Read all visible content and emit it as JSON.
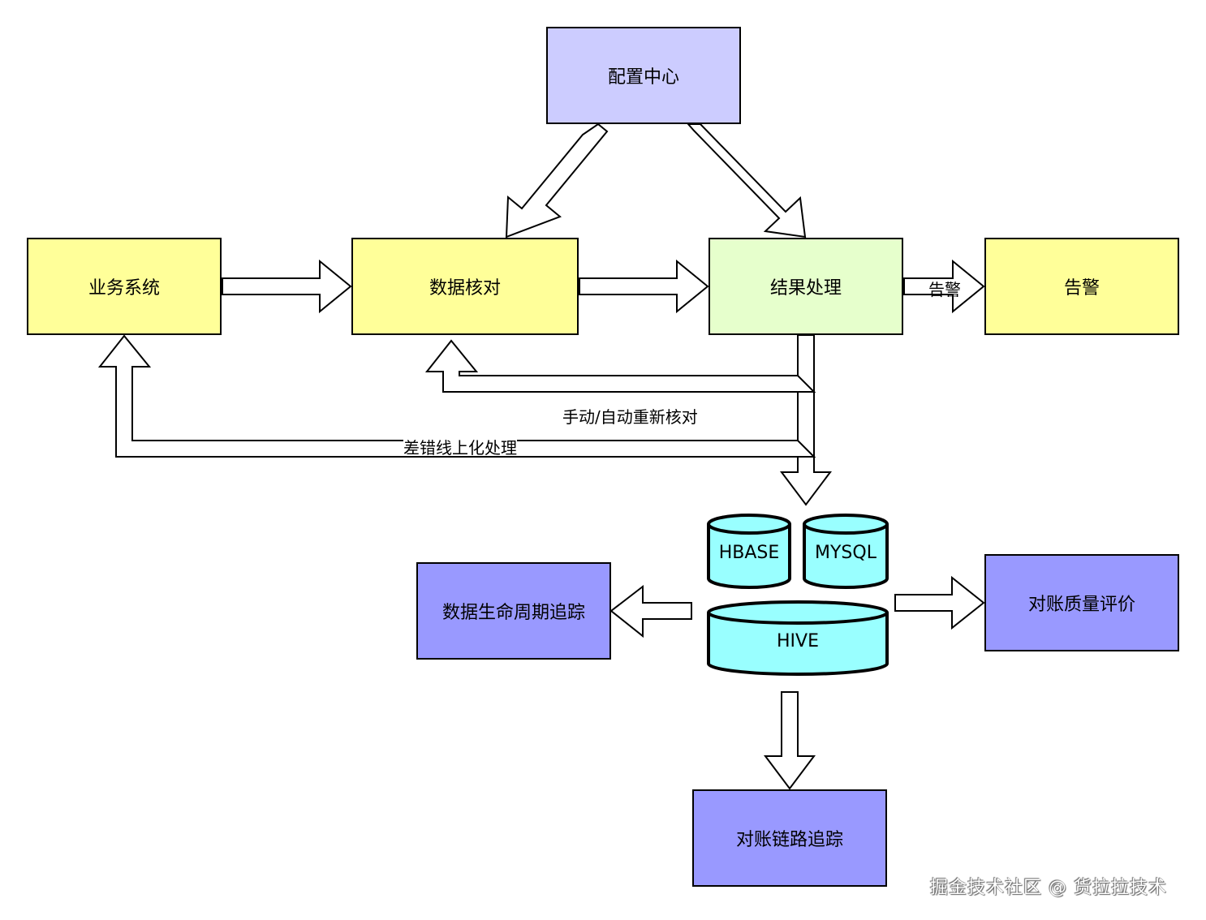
{
  "nodes": {
    "config_center": "配置中心",
    "business_system": "业务系统",
    "data_check": "数据核对",
    "result_process": "结果处理",
    "alarm": "告警",
    "lifecycle": "数据生命周期追踪",
    "quality": "对账质量评价",
    "chain": "对账链路追踪"
  },
  "databases": {
    "hbase": "HBASE",
    "mysql": "MYSQL",
    "hive": "HIVE"
  },
  "edge_labels": {
    "alarm": "告警",
    "recheck": "手动/自动重新核对",
    "fix": "差错线上化处理"
  },
  "watermark": "掘金技术社区 @ 货拉拉技术",
  "colors": {
    "yellow": "#ffff99",
    "lavender": "#ccccff",
    "green": "#e6ffcc",
    "purple": "#9999ff",
    "cyan": "#99ffff"
  }
}
